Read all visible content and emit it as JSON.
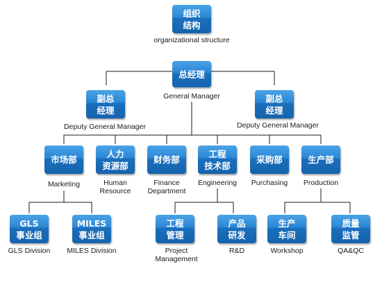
{
  "root": {
    "label_line1": "组织",
    "label_line2": "结构",
    "caption": "organizational structure"
  },
  "general_manager": {
    "label": "总经理",
    "caption": "General Manager"
  },
  "deputy_left": {
    "label_line1": "副总",
    "label_line2": "经理",
    "caption": "Deputy General Manager"
  },
  "deputy_right": {
    "label_line1": "副总",
    "label_line2": "经理",
    "caption": "Deputy General Manager"
  },
  "departments": {
    "marketing": {
      "label": "市场部",
      "caption": "Marketing"
    },
    "hr": {
      "label_line1": "人力",
      "label_line2": "资源部",
      "caption_line1": "Human",
      "caption_line2": "Resource"
    },
    "finance": {
      "label": "财务部",
      "caption_line1": "Finance",
      "caption_line2": "Department"
    },
    "engineering": {
      "label_line1": "工程",
      "label_line2": "技术部",
      "caption": "Engineering"
    },
    "purchasing": {
      "label": "采购部",
      "caption": "Purchasing"
    },
    "production": {
      "label": "生产部",
      "caption": "Production"
    }
  },
  "sub_units": {
    "gls": {
      "label_line1": "GLS",
      "label_line2": "事业组",
      "caption": "GLS Division"
    },
    "miles": {
      "label_line1": "MILES",
      "label_line2": "事业组",
      "caption": "MILES Division"
    },
    "project_mgmt": {
      "label_line1": "工程",
      "label_line2": "管理",
      "caption_line1": "Project",
      "caption_line2": "Management"
    },
    "rnd": {
      "label_line1": "产品",
      "label_line2": "研发",
      "caption": "R&D"
    },
    "workshop": {
      "label_line1": "生产",
      "label_line2": "车间",
      "caption": "Workshop"
    },
    "qaqc": {
      "label_line1": "质量",
      "label_line2": "监管",
      "caption": "QA&QC"
    }
  },
  "colors": {
    "box_top": "#4aa3e6",
    "box_bottom": "#1563ad",
    "line": "#1a1a1a",
    "text": "#ffffff"
  }
}
